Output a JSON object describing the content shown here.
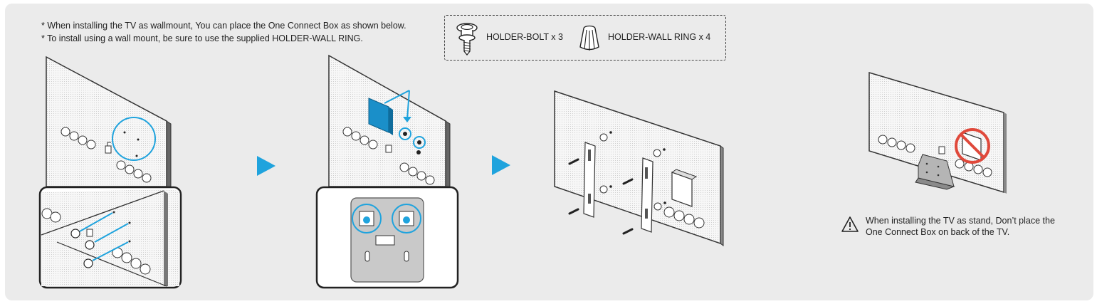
{
  "notes": {
    "wallmount": "* When installing the TV as wallmount, You can place the One Connect Box as shown below.",
    "holder_ring": "* To install using a wall mount, be sure to use the supplied HOLDER-WALL RING."
  },
  "parts": {
    "bolt_label": "HOLDER-BOLT x 3",
    "ring_label": "HOLDER-WALL RING x 4"
  },
  "warning": {
    "text": "When installing the TV as stand, Don’t place the One Connect Box on back of the TV."
  },
  "colors": {
    "panel_background": "#ebebeb",
    "accent_blue": "#1fa3dd",
    "prohibition_red": "#e0493b",
    "one_connect_box": "#1a8fc9"
  },
  "icons": {
    "step_arrow": "play-triangle-icon",
    "warning": "warning-triangle-icon",
    "prohibited": "no-sign-icon"
  }
}
